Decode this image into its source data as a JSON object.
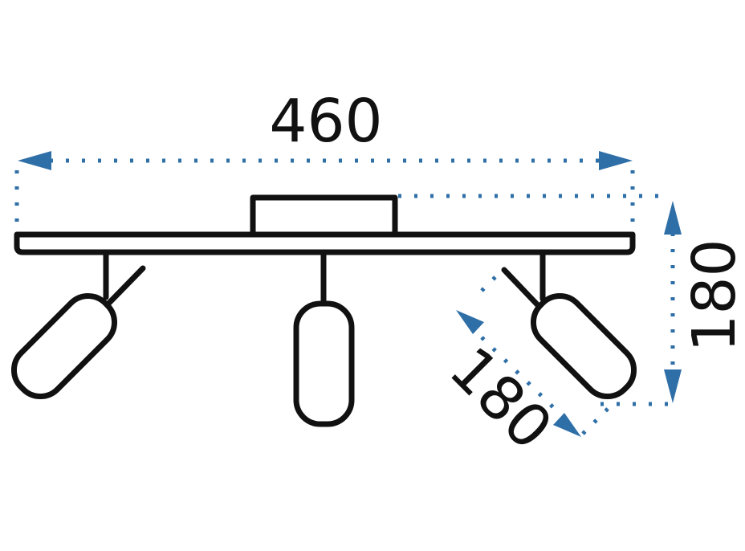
{
  "dimensions": {
    "width_label": "460",
    "height_label": "180",
    "spot_length_label": "180"
  },
  "colors": {
    "line": "#111111",
    "dimension": "#2f6fa7",
    "background": "#ffffff"
  }
}
